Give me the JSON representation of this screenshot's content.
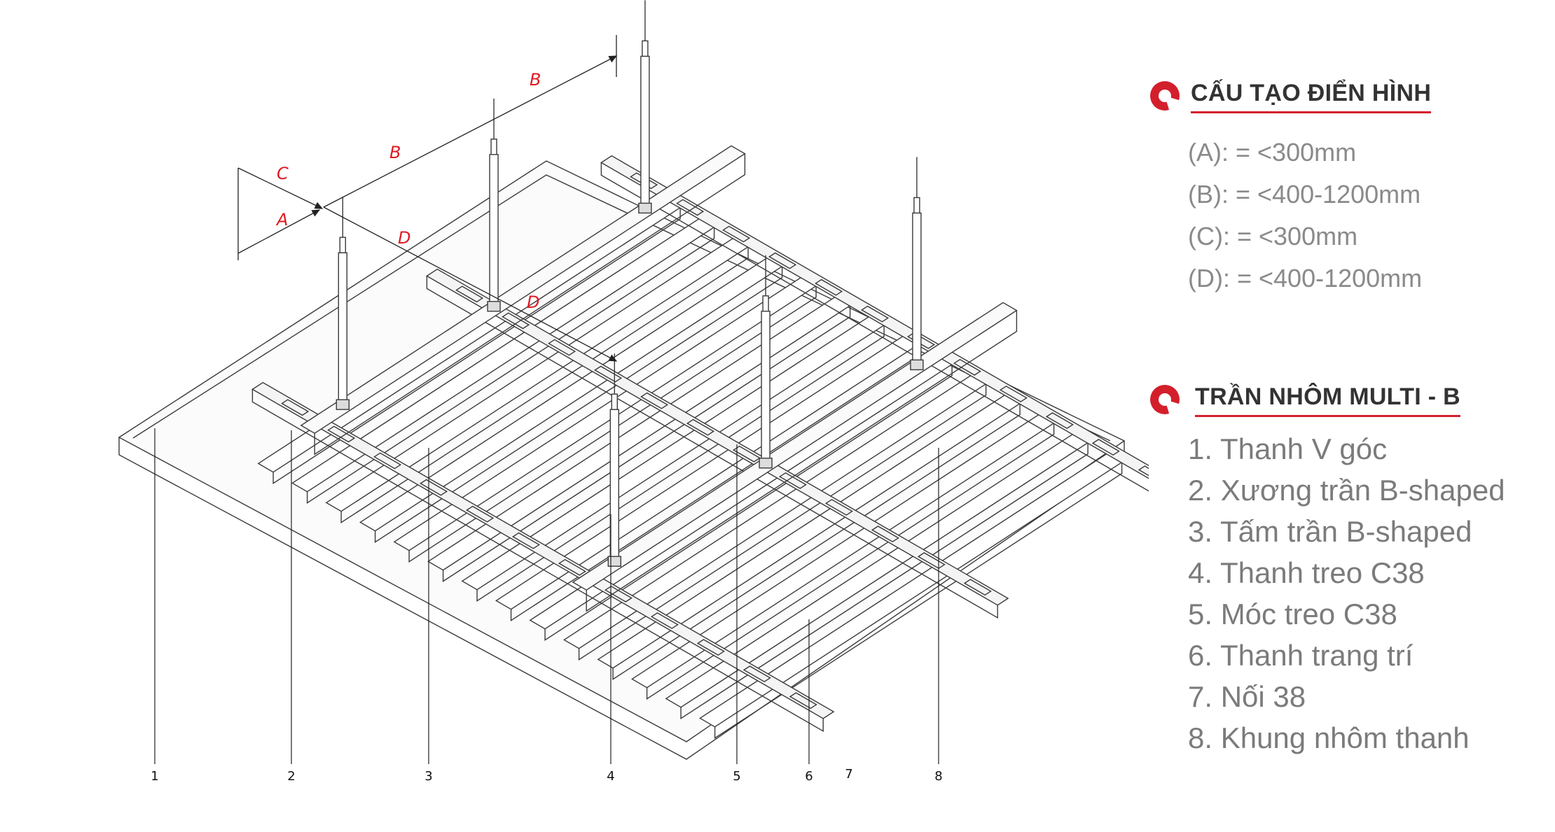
{
  "typical_structure": {
    "heading": "CẤU TẠO ĐIỂN HÌNH",
    "specs": [
      "(A): = <300mm",
      "(B): = <400-1200mm",
      "(C): = <300mm",
      "(D): = <400-1200mm"
    ]
  },
  "product": {
    "heading": "TRẦN NHÔM MULTI - B",
    "parts": [
      "1. Thanh V góc",
      "2. Xương trần B-shaped",
      "3. Tấm trần B-shaped",
      "4. Thanh treo C38",
      "5. Móc treo C38",
      "6. Thanh trang trí",
      "7. Nối 38",
      "8. Khung nhôm thanh"
    ]
  },
  "diagram": {
    "dimension_labels": [
      "A",
      "C",
      "B",
      "B",
      "D",
      "D"
    ],
    "callout_numbers": [
      "1",
      "2",
      "3",
      "4",
      "5",
      "6",
      "7",
      "8"
    ]
  },
  "colors": {
    "accent": "#d31f2c",
    "line": "#3a3a3a",
    "dimension": "#e01a22"
  }
}
